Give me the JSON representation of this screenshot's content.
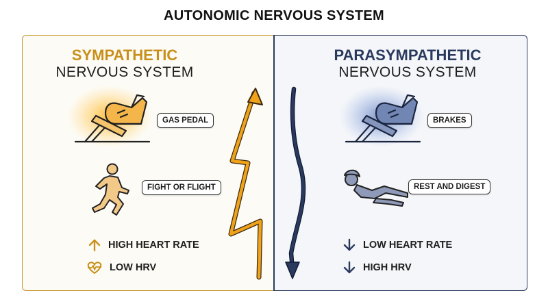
{
  "title": "AUTONOMIC NERVOUS SYSTEM",
  "sympathetic": {
    "name": "SYMPATHETIC",
    "subtitle": "NERVOUS SYSTEM",
    "pedal_label": "GAS PEDAL",
    "response_label": "FIGHT OR FLIGHT",
    "stats": [
      {
        "icon": "arrow-up-icon",
        "label": "HIGH HEART RATE"
      },
      {
        "icon": "heart-pulse-icon",
        "label": "LOW HRV"
      }
    ],
    "color": "#d4960e"
  },
  "parasympathetic": {
    "name": "PARASYMPATHETIC",
    "subtitle": "NERVOUS SYSTEM",
    "pedal_label": "BRAKES",
    "response_label": "REST AND DIGEST",
    "stats": [
      {
        "icon": "arrow-down-icon",
        "label": "LOW HEART RATE"
      },
      {
        "icon": "arrow-down-icon",
        "label": "HIGH HRV"
      }
    ],
    "color": "#2a3a5e"
  }
}
